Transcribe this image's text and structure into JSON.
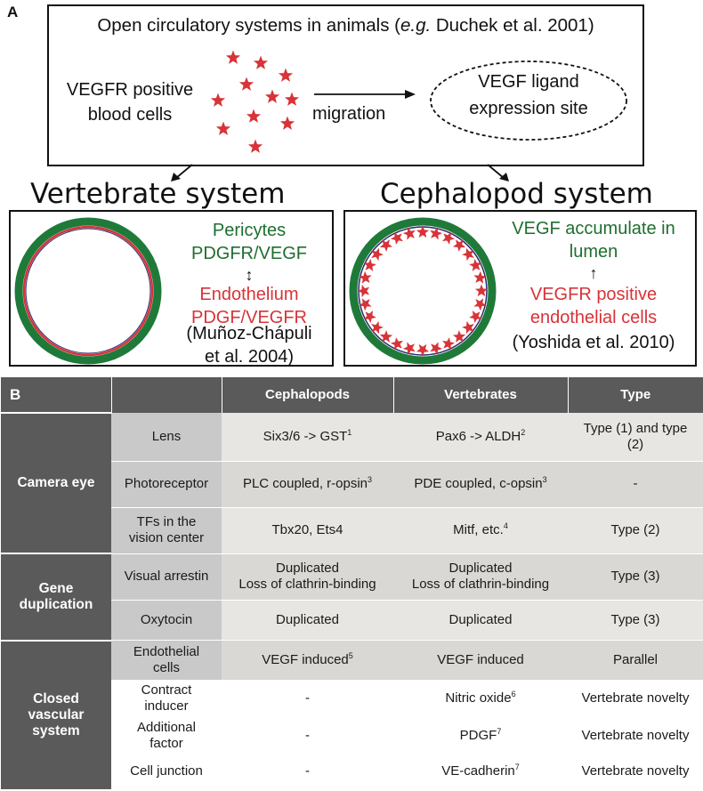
{
  "panels": {
    "a": "A",
    "b": "B"
  },
  "panel_a": {
    "title_pre": "Open circulatory systems in animals (",
    "title_italic": "e.g.",
    "title_post": " Duchek et al. 2001)",
    "blood_cells_line1": "VEGFR positive",
    "blood_cells_line2": "blood cells",
    "migration": "migration",
    "ligand_line1": "VEGF ligand",
    "ligand_line2": "expression site",
    "vertebrate": {
      "title": "Vertebrate system",
      "pericytes": "Pericytes",
      "pericytes_sub": "PDGFR/VEGF",
      "arrow": "↕",
      "endothelium": "Endothelium",
      "endothelium_sub": "PDGF/VEGFR",
      "ref_line1": "(Muñoz-Chápuli",
      "ref_line2": "et al. 2004)"
    },
    "cephalopod": {
      "title": "Cephalopod system",
      "vegf_line1": "VEGF accumulate in",
      "vegf_line2": "lumen",
      "arrow": "↑",
      "endo_line1": "VEGFR positive",
      "endo_line2": "endothelial cells",
      "ref": "(Yoshida et al. 2010)"
    },
    "colors": {
      "green": "#1f7a3a",
      "red": "#d83338",
      "navy": "#2b2a6e"
    }
  },
  "table": {
    "headers": [
      "",
      "",
      "Cephalopods",
      "Vertebrates",
      "Type"
    ],
    "groups": {
      "camera": "Camera eye",
      "dup_line1": "Gene",
      "dup_line2": "duplication",
      "closed_line1": "Closed",
      "closed_line2": "vascular",
      "closed_line3": "system"
    },
    "rows": {
      "lens": {
        "feature": "Lens",
        "ceph": "Six3/6 -> GST",
        "ceph_sup": "1",
        "vert": "Pax6 -> ALDH",
        "vert_sup": "2",
        "type_line1": "Type (1) and type",
        "type_line2": "(2)"
      },
      "photo": {
        "feature": "Photoreceptor",
        "ceph": "PLC coupled, r-opsin",
        "ceph_sup": "3",
        "vert": "PDE coupled, c-opsin",
        "vert_sup": "3",
        "type": "-"
      },
      "tfs": {
        "feature_line1": "TFs in the",
        "feature_line2": "vision center",
        "ceph": "Tbx20, Ets4",
        "vert": "Mitf, etc.",
        "vert_sup": "4",
        "type": "Type (2)"
      },
      "arrestin": {
        "feature": "Visual arrestin",
        "ceph_line1": "Duplicated",
        "ceph_line2": "Loss of clathrin-binding",
        "vert_line1": "Duplicated",
        "vert_line2": "Loss of clathrin-binding",
        "type": "Type (3)"
      },
      "oxytocin": {
        "feature": "Oxytocin",
        "ceph": "Duplicated",
        "vert": "Duplicated",
        "type": "Type (3)"
      },
      "endo": {
        "feature_line1": "Endothelial",
        "feature_line2": "cells",
        "ceph": "VEGF induced",
        "ceph_sup": "5",
        "vert": "VEGF induced",
        "type": "Parallel"
      },
      "contract": {
        "feature_line1": "Contract",
        "feature_line2": "inducer",
        "ceph": "-",
        "vert": "Nitric oxide",
        "vert_sup": "6",
        "type": "Vertebrate novelty"
      },
      "additional": {
        "feature_line1": "Additional",
        "feature_line2": "factor",
        "ceph": "-",
        "vert": "PDGF",
        "vert_sup": "7",
        "type": "Vertebrate novelty"
      },
      "junction": {
        "feature": "Cell junction",
        "ceph": "-",
        "vert": "VE-cadherin",
        "vert_sup": "7",
        "type": "Vertebrate novelty"
      }
    }
  }
}
